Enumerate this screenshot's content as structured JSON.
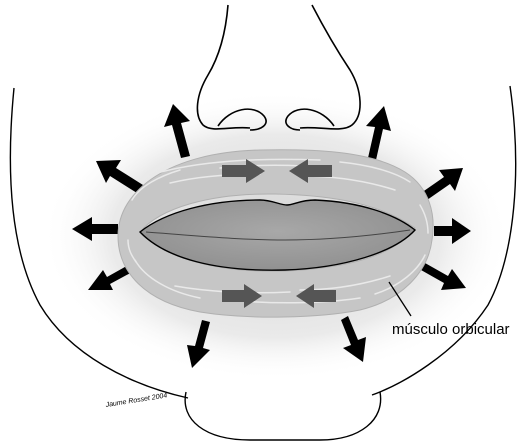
{
  "labels": {
    "muscle": "músculo orbicular",
    "signature": "Jaume Rosset 2004"
  },
  "colors": {
    "line": "#000000",
    "halo": "#d6d6d6",
    "muscle_ring": "#c6c6c6",
    "muscle_fiber": "#ececec",
    "lips_fill": "#9d9d9d",
    "arrow_outward": "#000000",
    "arrow_inward": "#555555",
    "background": "#ffffff"
  },
  "icons": [
    "arrow-outward",
    "arrow-inward"
  ]
}
